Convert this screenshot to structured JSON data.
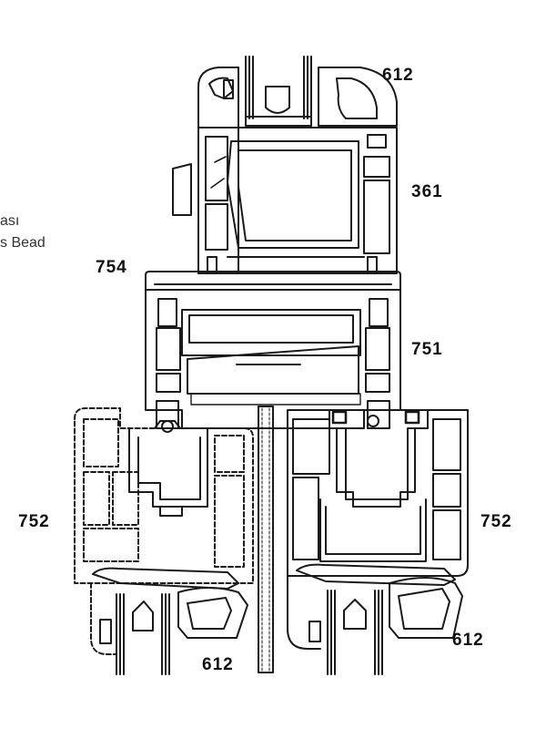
{
  "labels": {
    "top_glass_bead": "612",
    "sash": "361",
    "adapter": "754",
    "mullion": "751",
    "left_frame": "752",
    "right_frame": "752",
    "bottom_left_glass_bead": "612",
    "bottom_right_glass_bead": "612"
  },
  "side_caption": {
    "line1": "ası",
    "line2": "s Bead"
  },
  "colors": {
    "stroke": "#1a1a1a",
    "background": "#ffffff"
  }
}
